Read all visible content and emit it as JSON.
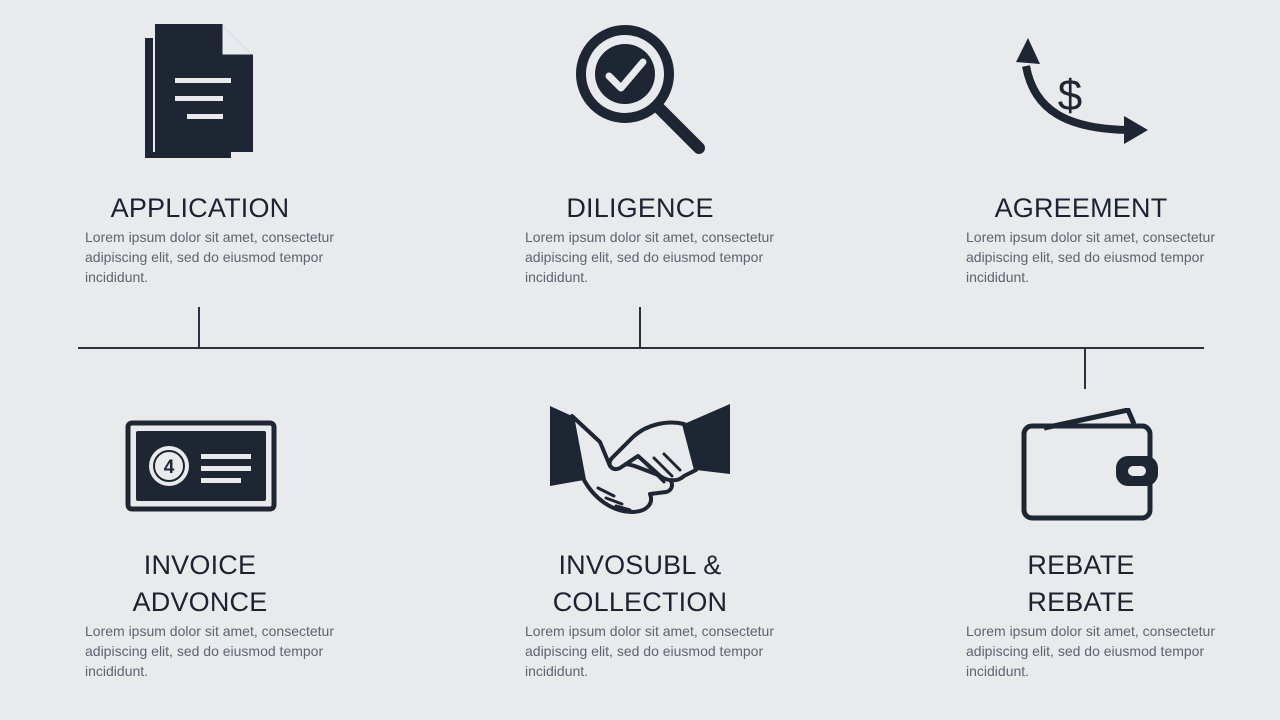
{
  "colors": {
    "background": "#e9eaec",
    "ink": "#1f2633",
    "muted_text": "#5d6470"
  },
  "steps": [
    {
      "icon": "document-icon",
      "title_lines": [
        "APPLICATION"
      ],
      "description": "Lorem ipsum dolor sit amet, consectetur adipiscing elit, sed do eiusmod tempor incididunt."
    },
    {
      "icon": "magnifier-check-icon",
      "title_lines": [
        "DILIGENCE"
      ],
      "description": "Lorem ipsum dolor sit amet, consectetur adipiscing elit, sed do eiusmod tempor incididunt."
    },
    {
      "icon": "dollar-arrows-icon",
      "title_lines": [
        "AGREEMENT"
      ],
      "description": "Lorem ipsum dolor sit amet, consectetur adipiscing elit, sed do eiusmod tempor incididunt."
    },
    {
      "icon": "invoice-card-icon",
      "title_lines": [
        "INVOICE",
        "ADVONCE"
      ],
      "description": "Lorem ipsum dolor sit amet, consectetur adipiscing elit, sed do eiusmod tempor incididunt."
    },
    {
      "icon": "handshake-icon",
      "title_lines": [
        "INVOSUBL &",
        "COLLECTION"
      ],
      "description": "Lorem ipsum dolor sit amet, consectetur adipiscing elit, sed do eiusmod tempor incididunt."
    },
    {
      "icon": "wallet-icon",
      "title_lines": [
        "REBATE",
        "REBATE"
      ],
      "description": "Lorem ipsum dolor sit amet, consectetur adipiscing elit, sed do eiusmod tempor incididunt."
    }
  ],
  "invoice_card_badge": "4"
}
